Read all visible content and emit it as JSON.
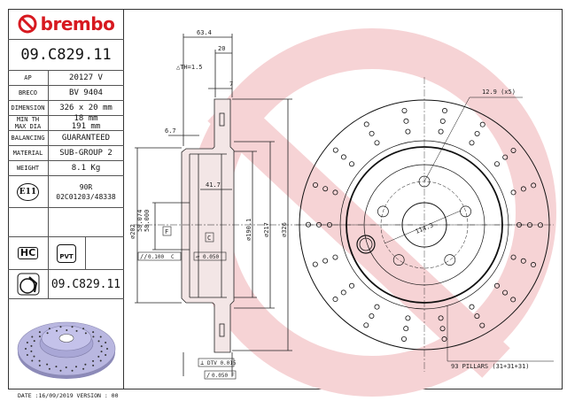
{
  "brand": "brembo",
  "part_number": "09.C829.11",
  "specs": [
    {
      "label": "AP",
      "value": "20127 V"
    },
    {
      "label": "BRECO",
      "value": "BV 9404"
    },
    {
      "label": "DIMENSION",
      "value": "326 x 20 mm"
    },
    {
      "label": "MIN TH",
      "label2": "MAX DIA",
      "value": "18 mm",
      "value2": "191 mm"
    },
    {
      "label": "BALANCING",
      "value": "GUARANTEED"
    },
    {
      "label": "MATERIAL",
      "value": "SUB-GROUP 2"
    },
    {
      "label": "WEIGHT",
      "value": "8.1 Kg"
    }
  ],
  "approval": {
    "badge": "E11",
    "line1": "90R",
    "line2": "02C01203/48338"
  },
  "badges": {
    "hc": "HC",
    "pvt": "PVT"
  },
  "part_number_bottom": "09.C829.11",
  "footer": "DATE :16/09/2019 VERSION : 00",
  "dimensions": {
    "overall_width": "63.4",
    "thickness": "20",
    "delta_th": "△TH=1.5",
    "vane": "7",
    "hat_wall": "6.7",
    "hat_depth": "41.7",
    "d202": "⌀202",
    "bore_max": "58.074",
    "bore_min": "58.000",
    "d190": "⌀190.1",
    "d217": "⌀217",
    "d326": "⌀326",
    "datum_f": "F",
    "datum_c": "C",
    "parallel_tol": "0.100",
    "parallel_ref": "C",
    "flat_tol": "0.050",
    "dtv": "DTV 0.015",
    "runout_tol": "0.050",
    "runout_ref": "F",
    "bolt_holes": "12.9 (x5)",
    "pcd": "114.3",
    "pillars": "93 PILLARS (31+31+31)"
  },
  "colors": {
    "brand_red": "#d71920",
    "watermark": "#f6d3d5",
    "disc_blue": "#b9b7e0"
  }
}
